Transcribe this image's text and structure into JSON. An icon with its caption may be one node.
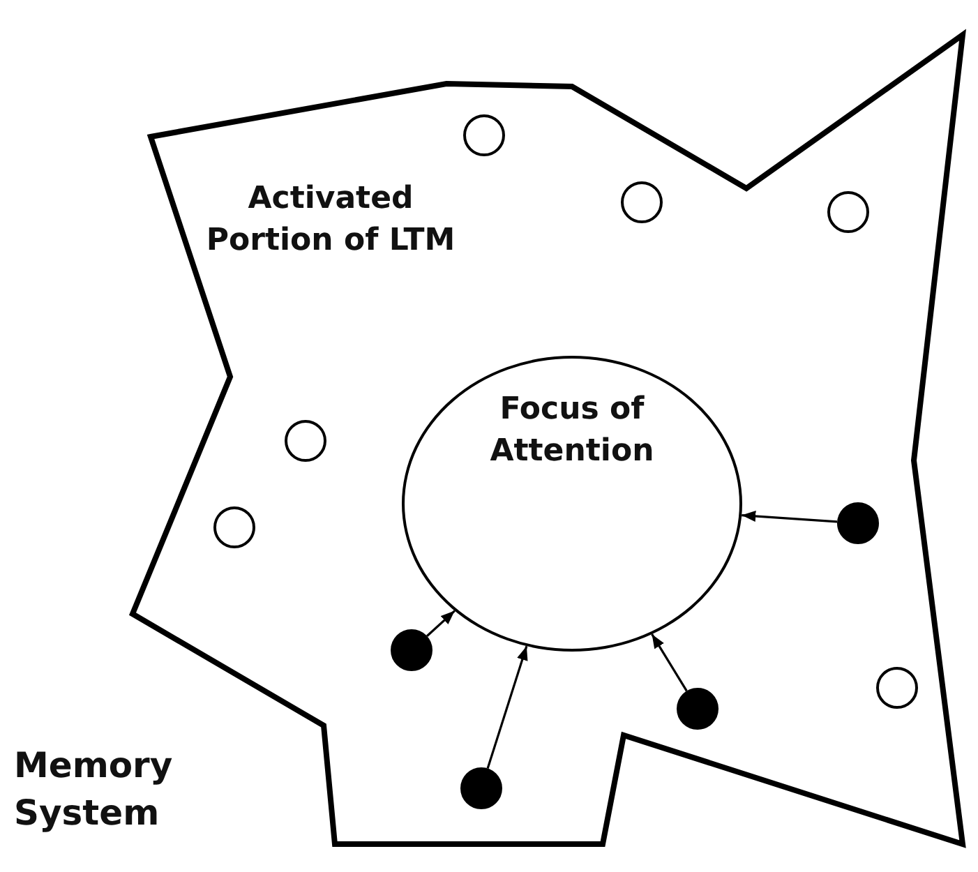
{
  "diagram": {
    "nodes": [
      {
        "text": [
          "Activated Portion of LTM"
        ]
      },
      {
        "text": [
          "Focus of Attention"
        ],
        "in": 0
      },
      {
        "text": [],
        "shape": "circle",
        "in": 0
      },
      {
        "text": [],
        "shape": "circle",
        "in": 0
      },
      {
        "text": [],
        "shape": "circle",
        "in": 0
      },
      {
        "text": [],
        "shape": "circle",
        "in": 0
      },
      {
        "text": [],
        "shape": "circle",
        "in": 0
      },
      {
        "text": [],
        "shape": "circle",
        "in": 0
      },
      {
        "text": [],
        "shape": "circle",
        "in": 0
      },
      {
        "text": [],
        "shape": "circle",
        "in": 0
      },
      {
        "text": [],
        "shape": "circle",
        "in": 0
      },
      {
        "text": [],
        "shape": "circle",
        "in": 0
      }
    ],
    "edges": [
      {
        "from": 8,
        "to": 1,
        "arrow": "to"
      },
      {
        "from": 9,
        "to": 1,
        "arrow": "to"
      },
      {
        "from": 10,
        "to": 1,
        "arrow": "to"
      },
      {
        "from": 11,
        "to": 1,
        "arrow": "to"
      }
    ],
    "labels": [
      "Memory System"
    ]
  }
}
